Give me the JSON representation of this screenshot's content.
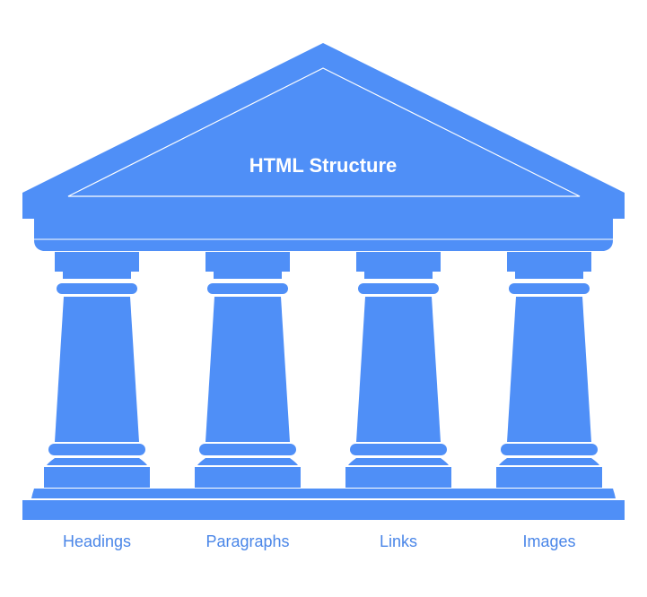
{
  "title": "HTML Structure",
  "pillars": [
    {
      "label": "Headings"
    },
    {
      "label": "Paragraphs"
    },
    {
      "label": "Links"
    },
    {
      "label": "Images"
    }
  ],
  "colors": {
    "fill": "#4f8ff7",
    "line": "#ffffff",
    "title_text": "#ffffff",
    "label_text": "#4a86e8"
  }
}
